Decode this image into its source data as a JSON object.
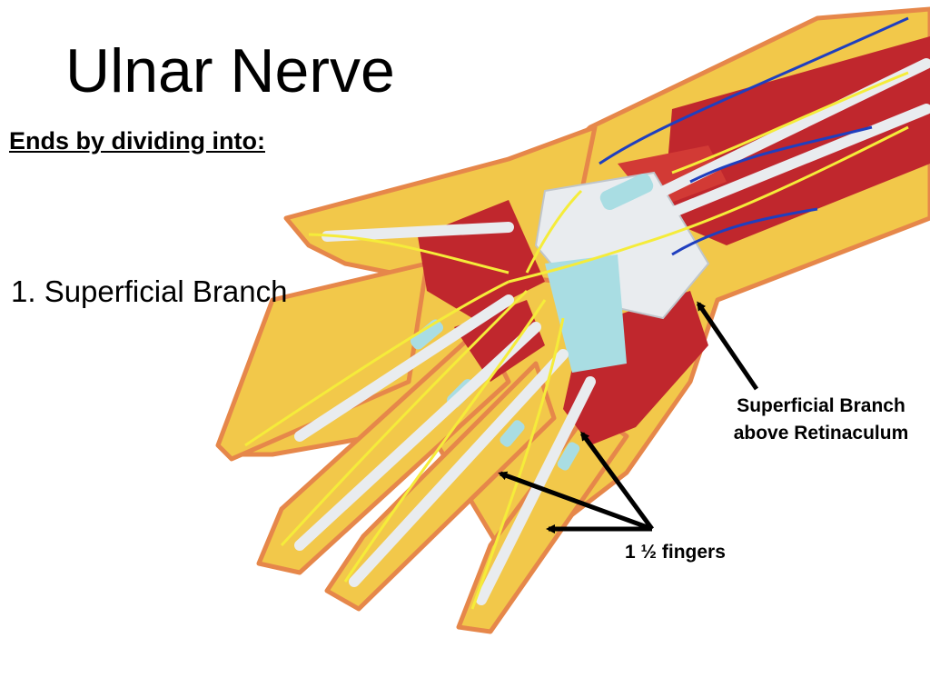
{
  "slide": {
    "title": "Ulnar Nerve",
    "subheading": "Ends by dividing into:",
    "bullet": "1. Superficial Branch"
  },
  "annotations": {
    "retinaculum_line1": "Superficial Branch",
    "retinaculum_line2": "above Retinaculum",
    "fingers_label": "1 ½ fingers"
  },
  "colors": {
    "skin_yellow": "#f2c84a",
    "skin_orange": "#e6874a",
    "muscle_red": "#c0272d",
    "tendon_white": "#e9ecef",
    "nerve_yellow": "#f5ec3a",
    "vein_blue": "#1f3fbf",
    "cartilage_blue": "#a9dde3"
  }
}
